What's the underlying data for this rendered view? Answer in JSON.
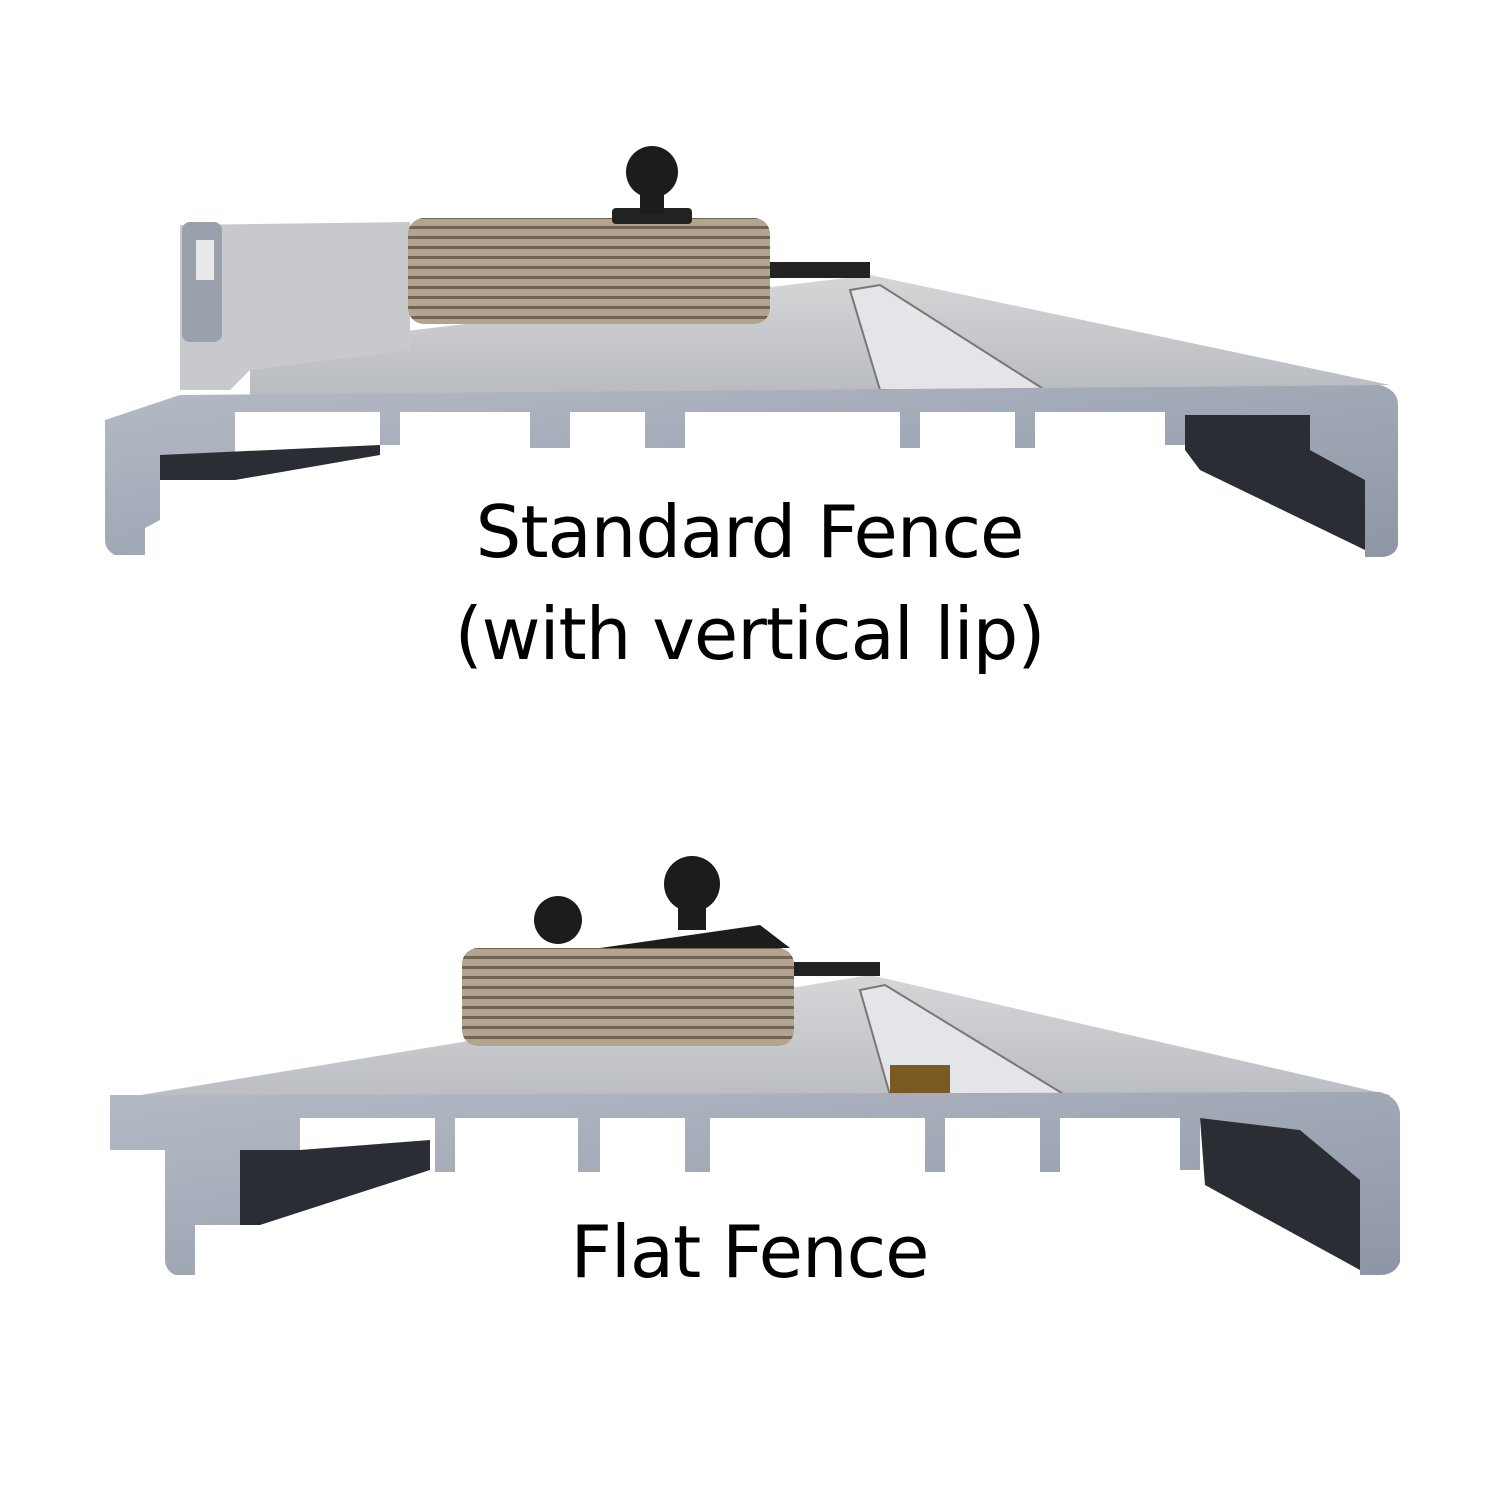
{
  "captions": {
    "standard_title": "Standard Fence",
    "standard_subtitle": "(with vertical lip)",
    "flat_title": "Flat Fence"
  },
  "colors": {
    "aluminum": "#a9afbb",
    "aluminum_dark": "#6f7785",
    "wood": "#a8957c",
    "knob": "#1c1c1c"
  }
}
